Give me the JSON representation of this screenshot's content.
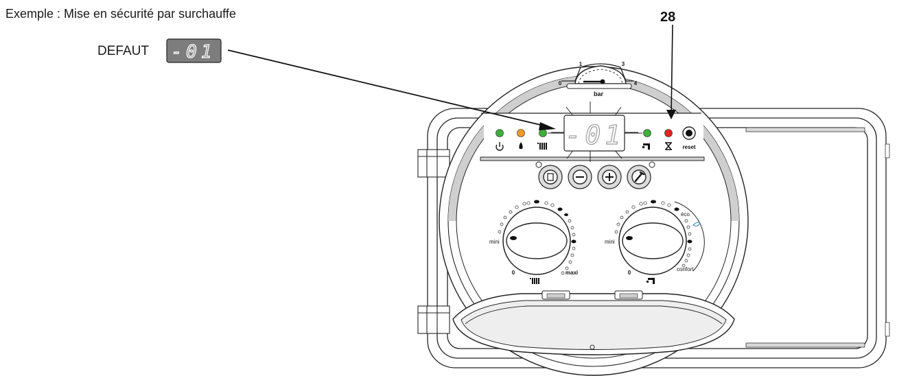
{
  "caption": "Exemple : Mise en sécurité par surchauffe",
  "defaut": {
    "label": "DEFAUT",
    "code": "-01"
  },
  "callout": {
    "number": "28"
  },
  "gauge": {
    "unit": "bar",
    "ticks": [
      "0",
      "1",
      "3",
      "4"
    ]
  },
  "display": {
    "code": "-01"
  },
  "indicators": [
    {
      "name": "power",
      "color": "#3fae3f"
    },
    {
      "name": "flame",
      "color": "#f29a2e"
    },
    {
      "name": "heating",
      "color": "#3fae3f"
    },
    {
      "name": "hot-water",
      "color": "#3fae3f"
    },
    {
      "name": "fault",
      "color": "#e02424"
    }
  ],
  "buttons": {
    "reset": "reset"
  },
  "knob_left": {
    "min": "mini",
    "zero": "0",
    "max": "maxi"
  },
  "knob_right": {
    "min": "mini",
    "zero": "0",
    "eco": "éco",
    "confort": "confort"
  }
}
